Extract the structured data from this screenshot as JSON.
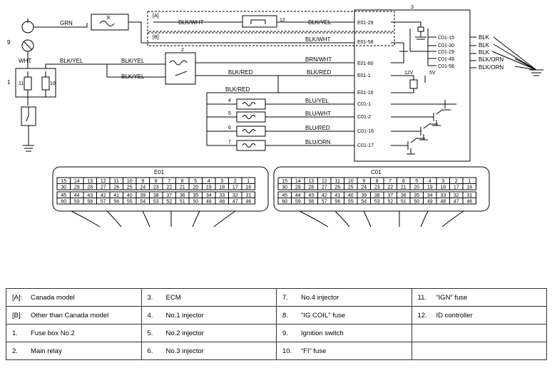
{
  "wires": {
    "grn": "GRN",
    "wht": "WHT",
    "blk_yel_a": "BLK/YEL",
    "blk_yel_b": "BLK/YEL",
    "blk_yel_c": "BLK/YEL",
    "blk_wht_a": "BLK/WHT",
    "blk_yel_d": "BLK/YEL",
    "blk_wht_b": "BLK/WHT",
    "brn_wht": "BRN/WHT",
    "blk_red_a": "BLK/RED",
    "blk_red_b": "BLK/RED",
    "blk_red_c": "BLK/RED",
    "blu_yel": "BLU/YEL",
    "blu_wht": "BLU/WHT",
    "blu_red": "BLU/RED",
    "blu_orn": "BLU/ORN",
    "blk_1": "BLK",
    "blk_2": "BLK",
    "blk_orn_1": "BLK/ORN",
    "blk_orn_2": "BLK/ORN"
  },
  "terminals": {
    "e01_29": "E01-29",
    "e01_58": "E01-58",
    "e01_60": "E01-60",
    "e01_1": "E01-1",
    "e01_16": "E01-16",
    "c01_1": "C01-1",
    "c01_2": "C01-2",
    "c01_16": "C01-16",
    "c01_17": "C01-17",
    "c01_15": "C01-15",
    "c01_30": "C01-30",
    "c01_29": "C01-29",
    "c01_48": "C01-48",
    "c01_58": "C01-58"
  },
  "callouts": {
    "n1": "1",
    "n2": "2",
    "n3": "3",
    "n4": "4",
    "n5": "5",
    "n6": "6",
    "n7": "7",
    "n8": "8",
    "n9": "9",
    "n10": "10",
    "n11": "11",
    "n12": "12",
    "a": "[A]",
    "b": "[B]"
  },
  "voltages": {
    "v12": "12V",
    "v5": "5V"
  },
  "connectors": {
    "e01_name": "E01",
    "c01_name": "C01",
    "row1": [
      "15",
      "14",
      "13",
      "12",
      "11",
      "10",
      "9",
      "8",
      "7",
      "6",
      "5",
      "4",
      "3",
      "2",
      "1"
    ],
    "row2": [
      "30",
      "29",
      "28",
      "27",
      "26",
      "25",
      "24",
      "23",
      "22",
      "21",
      "20",
      "19",
      "18",
      "17",
      "16"
    ],
    "row3": [
      "45",
      "44",
      "43",
      "42",
      "41",
      "40",
      "39",
      "38",
      "37",
      "36",
      "35",
      "34",
      "33",
      "32",
      "31"
    ],
    "row4": [
      "60",
      "59",
      "58",
      "57",
      "56",
      "55",
      "54",
      "53",
      "52",
      "51",
      "50",
      "49",
      "48",
      "47",
      "46"
    ]
  },
  "legend": [
    [
      {
        "num": "[A]:",
        "label": "Canada model"
      },
      {
        "num": "3.",
        "label": "ECM"
      },
      {
        "num": "7.",
        "label": "No.4 injector"
      },
      {
        "num": "11.",
        "label": "“IGN” fuse"
      }
    ],
    [
      {
        "num": "[B]:",
        "label": "Other than Canada model"
      },
      {
        "num": "4.",
        "label": "No.1 injector"
      },
      {
        "num": "8.",
        "label": "\"IG COIL\" fuse"
      },
      {
        "num": "12.",
        "label": "ID controller"
      }
    ],
    [
      {
        "num": "1.",
        "label": "Fuse box No.2"
      },
      {
        "num": "5.",
        "label": "No.2 injector"
      },
      {
        "num": "9.",
        "label": "Ignition switch"
      },
      {
        "num": "",
        "label": ""
      }
    ],
    [
      {
        "num": "2.",
        "label": "Main relay"
      },
      {
        "num": "6.",
        "label": "No.3 injector"
      },
      {
        "num": "10.",
        "label": "“FI” fuse"
      },
      {
        "num": "",
        "label": ""
      }
    ]
  ]
}
